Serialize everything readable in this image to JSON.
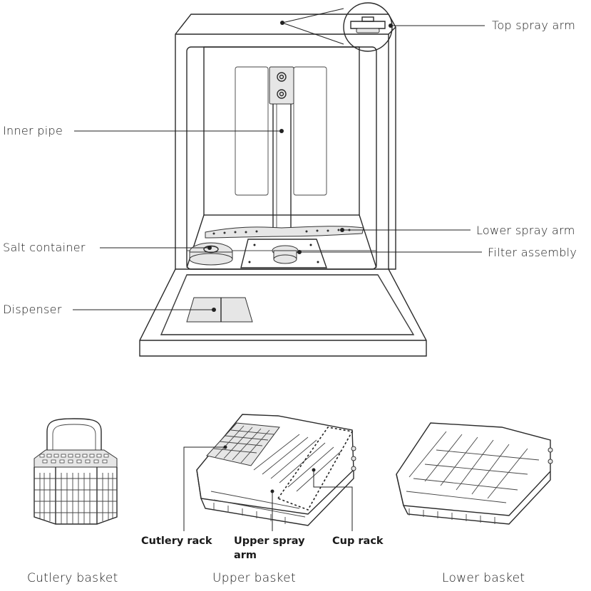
{
  "labels": {
    "top_spray_arm": "Top spray arm",
    "inner_pipe": "Inner pipe",
    "lower_spray_arm": "Lower spray arm",
    "salt_container": "Salt container",
    "filter_assembly": "Filter assembly",
    "dispenser": "Dispenser",
    "cutlery_rack": "Cutlery rack",
    "upper_spray_arm": "Upper spray",
    "upper_spray_arm_2": "arm",
    "cup_rack": "Cup rack"
  },
  "captions": {
    "cutlery_basket": "Cutlery basket",
    "upper_basket": "Upper basket",
    "lower_basket": "Lower basket"
  }
}
